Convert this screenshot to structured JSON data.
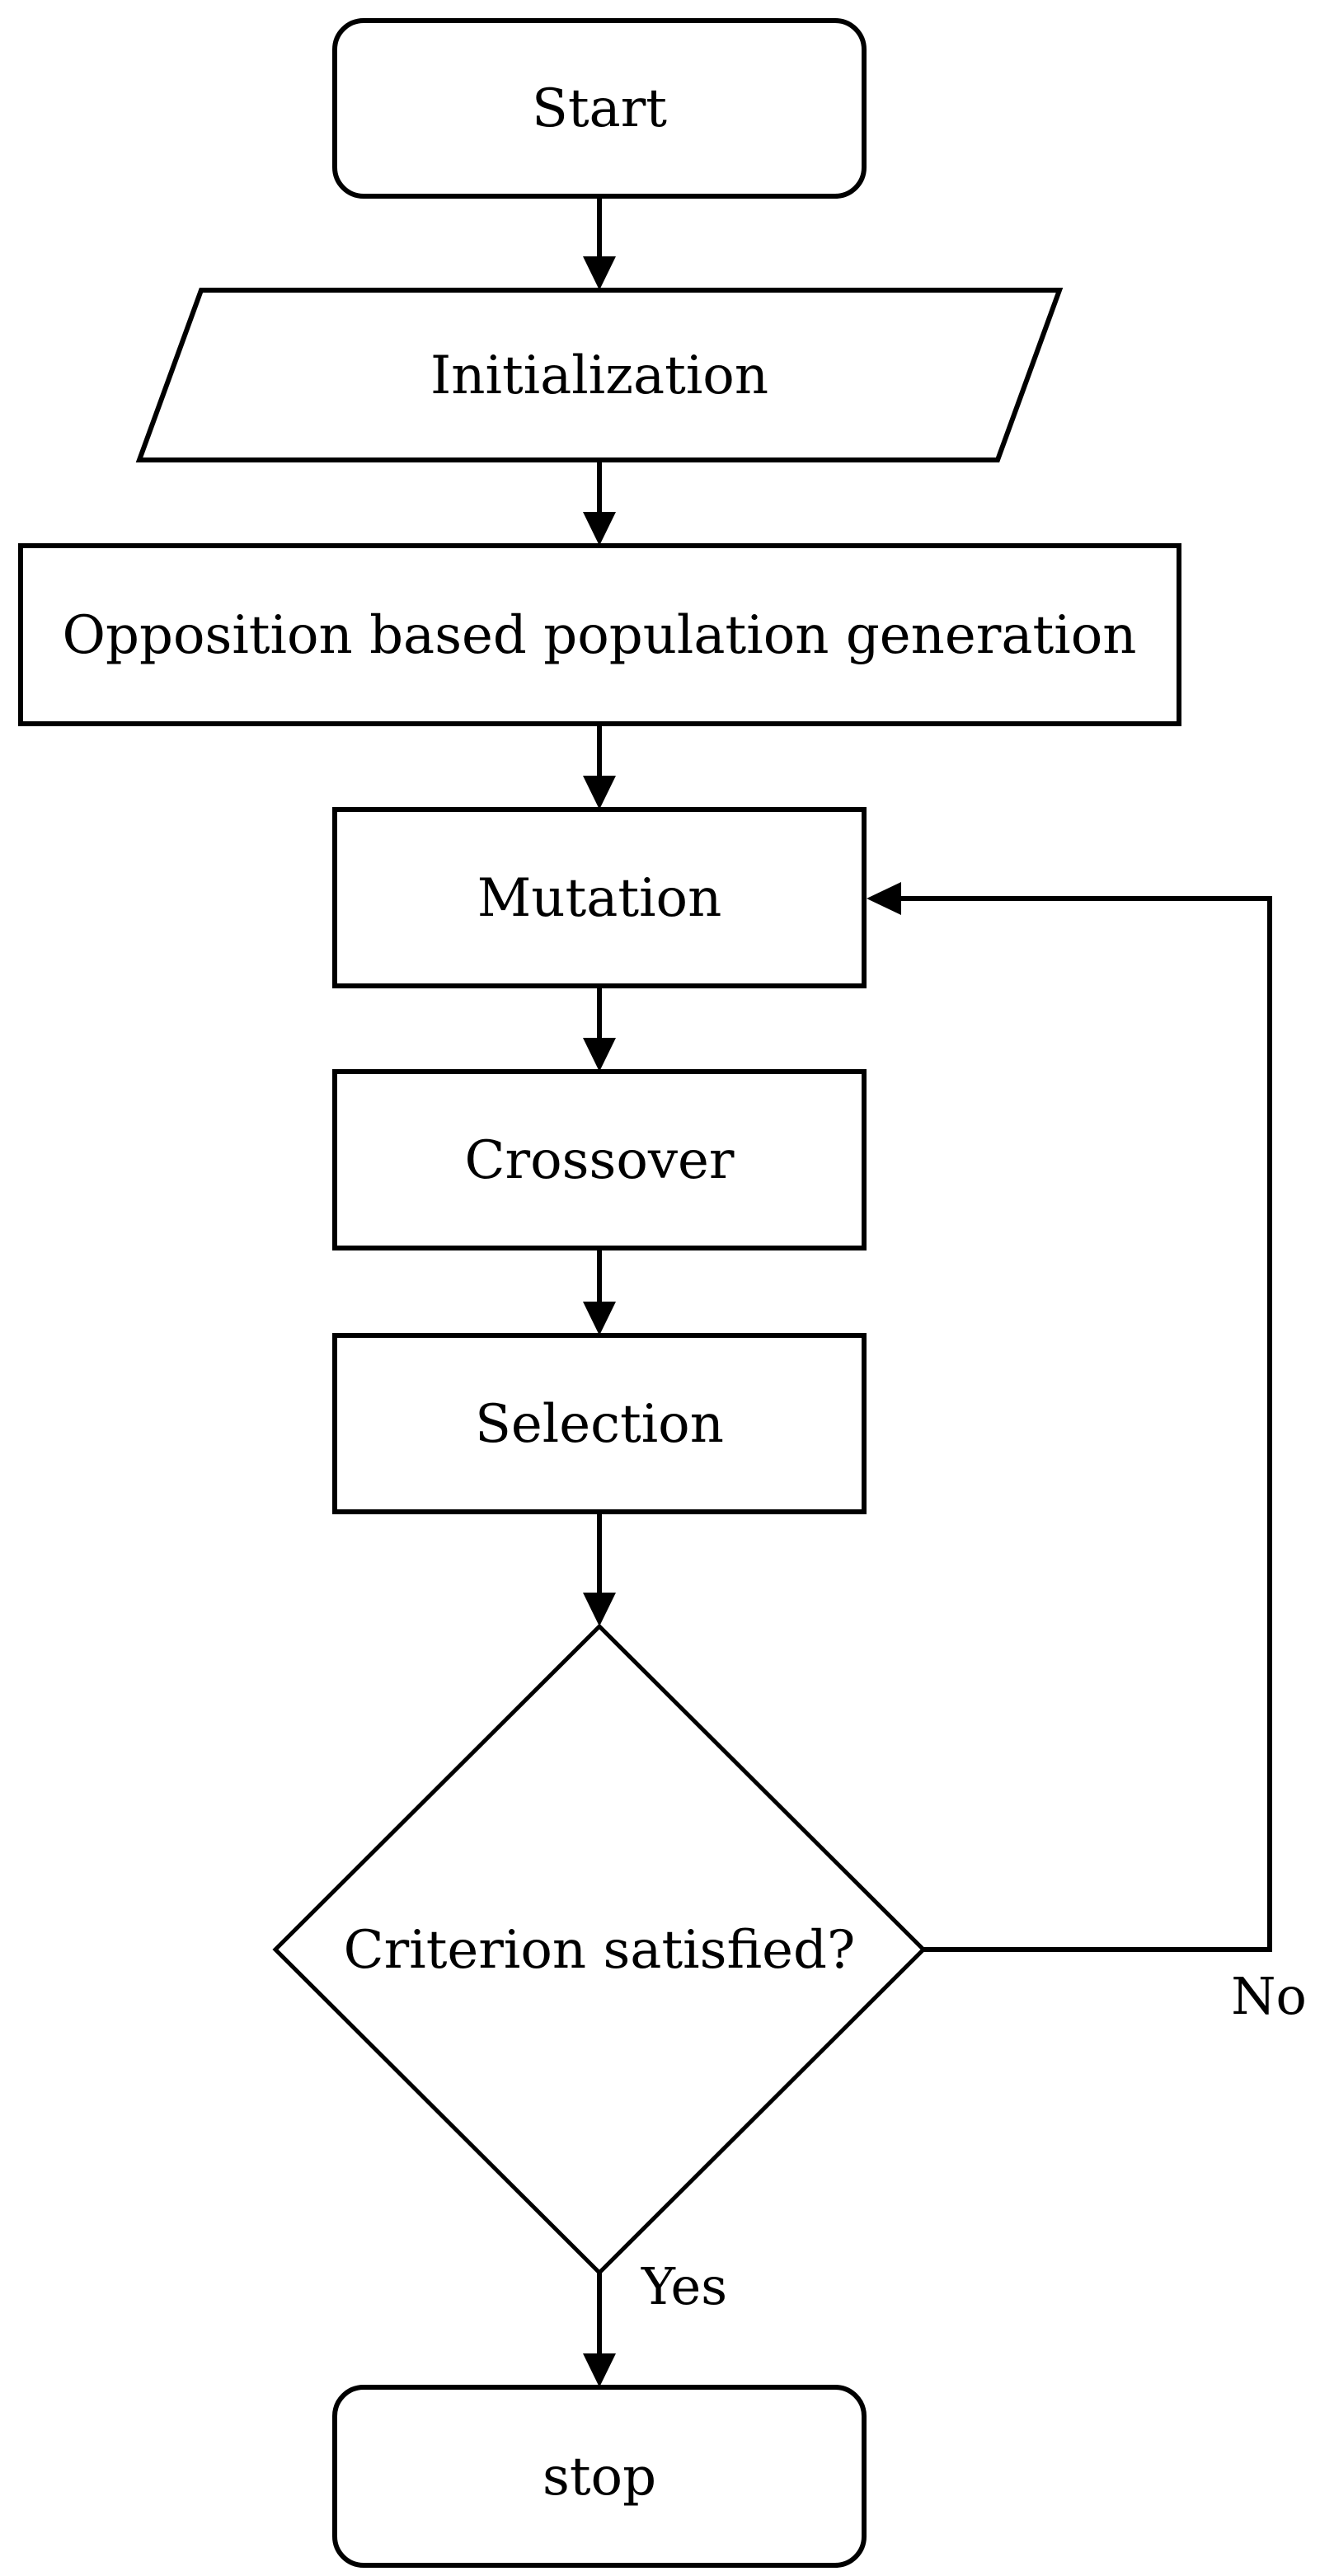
{
  "diagram": {
    "type": "flowchart",
    "colors": {
      "background": "#ffffff",
      "stroke": "#000000",
      "text": "#000000"
    },
    "nodes": [
      {
        "id": "start",
        "shape": "rounded-rect",
        "label": "Start"
      },
      {
        "id": "init",
        "shape": "parallelogram",
        "label": "Initialization"
      },
      {
        "id": "opposition",
        "shape": "rect",
        "label": "Opposition based population generation"
      },
      {
        "id": "mutation",
        "shape": "rect",
        "label": "Mutation"
      },
      {
        "id": "crossover",
        "shape": "rect",
        "label": "Crossover"
      },
      {
        "id": "selection",
        "shape": "rect",
        "label": "Selection"
      },
      {
        "id": "decision",
        "shape": "diamond",
        "label": "Criterion satisfied?"
      },
      {
        "id": "stop",
        "shape": "rounded-rect",
        "label": "stop"
      }
    ],
    "edges": [
      {
        "from": "start",
        "to": "init",
        "label": ""
      },
      {
        "from": "init",
        "to": "opposition",
        "label": ""
      },
      {
        "from": "opposition",
        "to": "mutation",
        "label": ""
      },
      {
        "from": "mutation",
        "to": "crossover",
        "label": ""
      },
      {
        "from": "crossover",
        "to": "selection",
        "label": ""
      },
      {
        "from": "selection",
        "to": "decision",
        "label": ""
      },
      {
        "from": "decision",
        "to": "stop",
        "label": "Yes"
      },
      {
        "from": "decision",
        "to": "mutation",
        "label": "No"
      }
    ]
  }
}
